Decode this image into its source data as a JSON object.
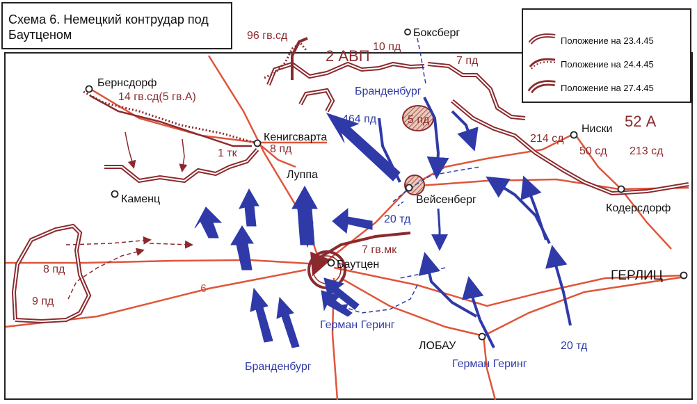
{
  "title": {
    "line1": "Схема 6. Немецкий контрудар под",
    "line2": "Баутценом"
  },
  "legend": [
    {
      "label": "Положение на 23.4.45",
      "style": "double"
    },
    {
      "label": "Положение на 24.4.45",
      "style": "dotted"
    },
    {
      "label": "Положение на 27.4.45",
      "style": "double-heavy"
    }
  ],
  "colors": {
    "road": "#e0553a",
    "soviet": "#8b2a2e",
    "german": "#2f3aa8",
    "frame": "#222222"
  },
  "towns": {
    "boxberg": "Боксберг",
    "bernsdorf": "Бернсдорф",
    "koenigswartha": "Кенигсварта",
    "luppa": "Луппа",
    "kamenz": "Каменц",
    "weissenberg": "Вейсенберг",
    "niesky": "Ниски",
    "kodersdorf": "Кодерсдорф",
    "bautzen": "Баутцен",
    "goerlitz": "ГЕРЛИЦ",
    "lobau": "ЛОБАУ"
  },
  "soviet_units": {
    "gv96": "96 гв.сд",
    "avp2": "2 АВП",
    "pd10": "10 пд",
    "pd7": "7 пд",
    "gv14": "14 гв.сд(5 гв.А)",
    "tk1": "1 тк",
    "pd8a": "8 пд",
    "pd5": "5 пд",
    "a52": "52 А",
    "sd214": "214 сд",
    "sd50": "50 сд",
    "sd213": "213 сд",
    "gvmk7": "7 гв.мк",
    "pd8b": "8 пд",
    "pd9": "9 пд",
    "road6": "6"
  },
  "german_units": {
    "brandenburg_n": "Бранденбург",
    "pd464": "464 пд",
    "td20a": "20 тд",
    "td20b": "20 тд",
    "hg1": "Герман Геринг",
    "hg2": "Герман Геринг",
    "brandenburg_s": "Бранденбург"
  }
}
